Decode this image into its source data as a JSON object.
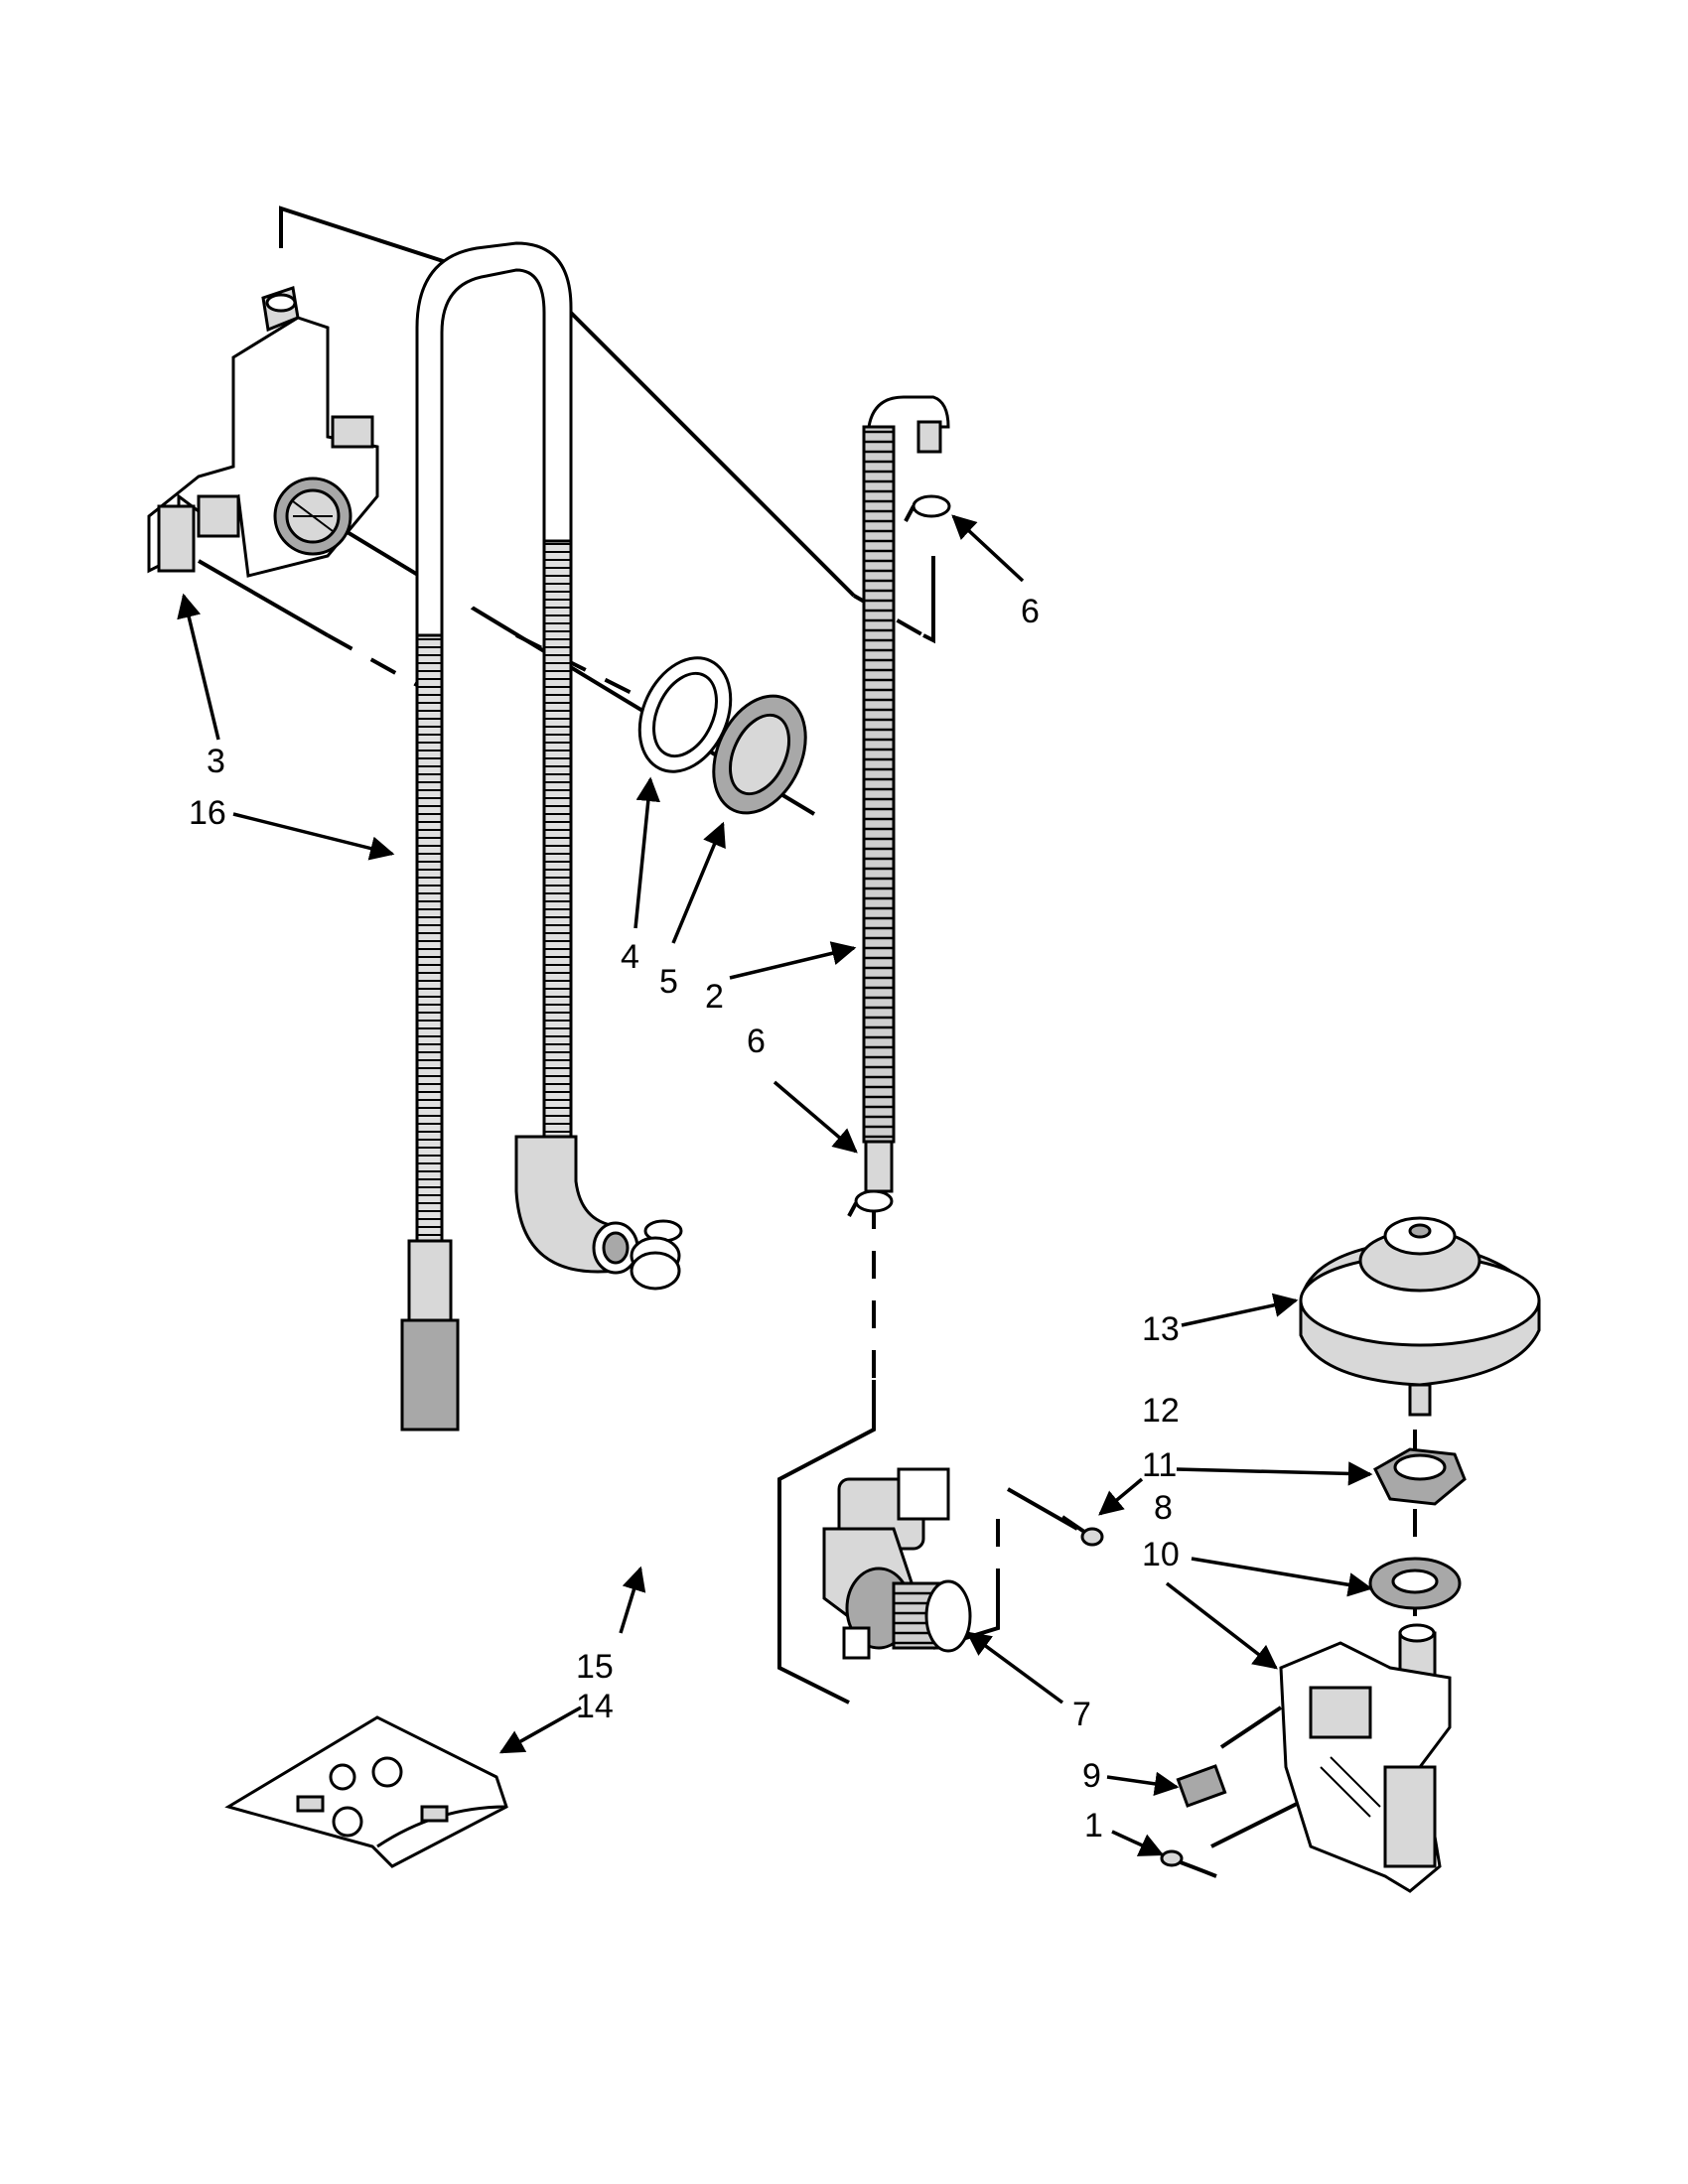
{
  "callouts": [
    {
      "id": "1",
      "label": "1"
    },
    {
      "id": "2",
      "label": "2"
    },
    {
      "id": "3",
      "label": "3"
    },
    {
      "id": "4",
      "label": "4"
    },
    {
      "id": "5",
      "label": "5"
    },
    {
      "id": "6a",
      "label": "6"
    },
    {
      "id": "6b",
      "label": "6"
    },
    {
      "id": "7",
      "label": "7"
    },
    {
      "id": "8",
      "label": "8"
    },
    {
      "id": "9",
      "label": "9"
    },
    {
      "id": "10",
      "label": "10"
    },
    {
      "id": "11",
      "label": "11"
    },
    {
      "id": "12",
      "label": "12"
    },
    {
      "id": "13",
      "label": "13"
    },
    {
      "id": "14",
      "label": "14"
    },
    {
      "id": "15",
      "label": "15"
    },
    {
      "id": "16",
      "label": "16"
    }
  ]
}
